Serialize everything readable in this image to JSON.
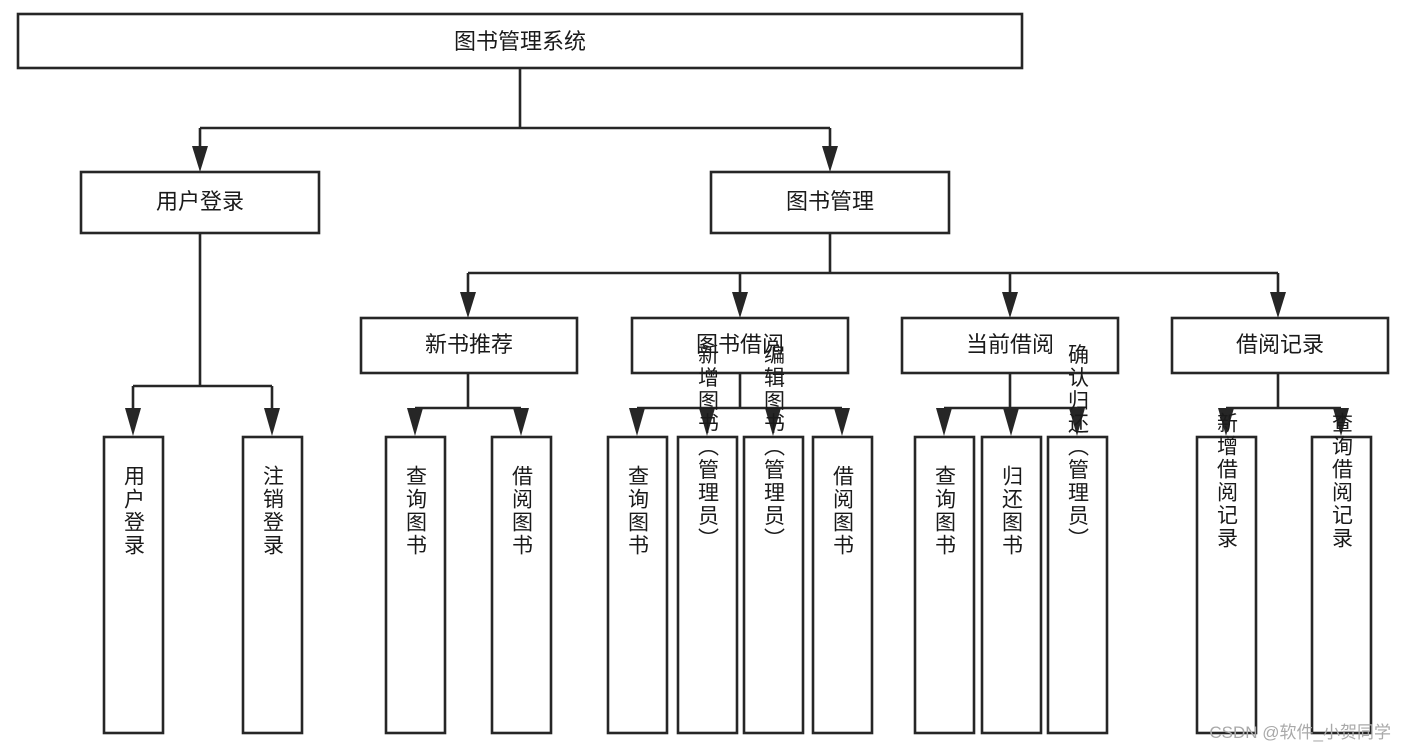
{
  "diagram": {
    "type": "tree-hierarchy-chart",
    "title_node": "图书管理系统",
    "watermark": "CSDN @软件_小贺同学",
    "colors": {
      "background": "#ffffff",
      "box_fill": "#ffffff",
      "box_stroke": "#262626",
      "text": "#1a1a1a",
      "watermark": "#a9a9a9"
    },
    "levels": {
      "root": "图书管理系统",
      "level2": [
        "用户登录",
        "图书管理"
      ],
      "level3": [
        "新书推荐",
        "图书借阅",
        "当前借阅",
        "借阅记录"
      ]
    },
    "nodes": {
      "root": {
        "label": "图书管理系统",
        "orientation": "horizontal"
      },
      "user_login": {
        "label": "用户登录",
        "orientation": "horizontal"
      },
      "book_manage": {
        "label": "图书管理",
        "orientation": "horizontal"
      },
      "new_book_rec": {
        "label": "新书推荐",
        "orientation": "horizontal"
      },
      "book_borrow": {
        "label": "图书借阅",
        "orientation": "horizontal"
      },
      "current_borrow": {
        "label": "当前借阅",
        "orientation": "horizontal"
      },
      "borrow_record": {
        "label": "借阅记录",
        "orientation": "horizontal"
      },
      "leaf_user_login": {
        "label": "用户登录",
        "orientation": "vertical"
      },
      "leaf_logout": {
        "label": "注销登录",
        "orientation": "vertical"
      },
      "leaf_query_book_1": {
        "label": "查询图书",
        "orientation": "vertical"
      },
      "leaf_borrow_book_1": {
        "label": "借阅图书",
        "orientation": "vertical"
      },
      "leaf_query_book_2": {
        "label": "查询图书",
        "orientation": "vertical"
      },
      "leaf_add_book": {
        "label": "新增图书（管理员）",
        "orientation": "vertical"
      },
      "leaf_edit_book": {
        "label": "编辑图书（管理员）",
        "orientation": "vertical"
      },
      "leaf_borrow_book_2": {
        "label": "借阅图书",
        "orientation": "vertical"
      },
      "leaf_query_book_3": {
        "label": "查询图书",
        "orientation": "vertical"
      },
      "leaf_return_book": {
        "label": "归还图书",
        "orientation": "vertical"
      },
      "leaf_confirm_return": {
        "label": "确认归还（管理员）",
        "orientation": "vertical"
      },
      "leaf_add_record": {
        "label": "新增借阅记录",
        "orientation": "vertical"
      },
      "leaf_query_record": {
        "label": "查询借阅记录",
        "orientation": "vertical"
      }
    },
    "edges": [
      {
        "from": "图书管理系统",
        "to": "用户登录"
      },
      {
        "from": "图书管理系统",
        "to": "图书管理"
      },
      {
        "from": "用户登录",
        "to": "用户登录"
      },
      {
        "from": "用户登录",
        "to": "注销登录"
      },
      {
        "from": "图书管理",
        "to": "新书推荐"
      },
      {
        "from": "图书管理",
        "to": "图书借阅"
      },
      {
        "from": "图书管理",
        "to": "当前借阅"
      },
      {
        "from": "图书管理",
        "to": "借阅记录"
      },
      {
        "from": "新书推荐",
        "to": "查询图书"
      },
      {
        "from": "新书推荐",
        "to": "借阅图书"
      },
      {
        "from": "图书借阅",
        "to": "查询图书"
      },
      {
        "from": "图书借阅",
        "to": "新增图书（管理员）"
      },
      {
        "from": "图书借阅",
        "to": "编辑图书（管理员）"
      },
      {
        "from": "图书借阅",
        "to": "借阅图书"
      },
      {
        "from": "当前借阅",
        "to": "查询图书"
      },
      {
        "from": "当前借阅",
        "to": "归还图书"
      },
      {
        "from": "当前借阅",
        "to": "确认归还（管理员）"
      },
      {
        "from": "借阅记录",
        "to": "新增借阅记录"
      },
      {
        "from": "借阅记录",
        "to": "查询借阅记录"
      }
    ]
  }
}
